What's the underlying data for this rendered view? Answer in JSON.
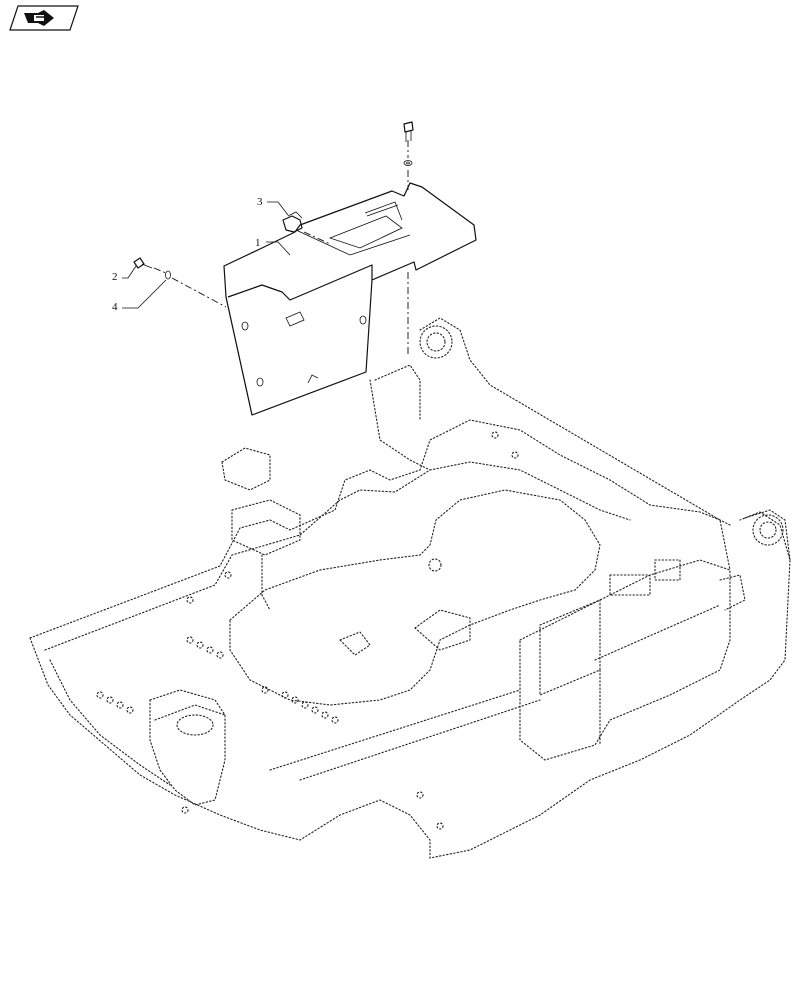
{
  "nav": {
    "icon": "next-page-arrow-icon"
  },
  "callouts": [
    {
      "id": "1",
      "label": "1"
    },
    {
      "id": "2",
      "label": "2"
    },
    {
      "id": "3",
      "label": "3"
    },
    {
      "id": "4",
      "label": "4"
    }
  ],
  "parts": {
    "cover_plate": "cover-plate",
    "bolt_top": "bolt",
    "washer_top": "washer",
    "bolt_left": "bolt",
    "washer_left": "washer",
    "clip": "clip",
    "frame": "machine-frame"
  },
  "colors": {
    "line": "#111111",
    "background": "#ffffff"
  }
}
